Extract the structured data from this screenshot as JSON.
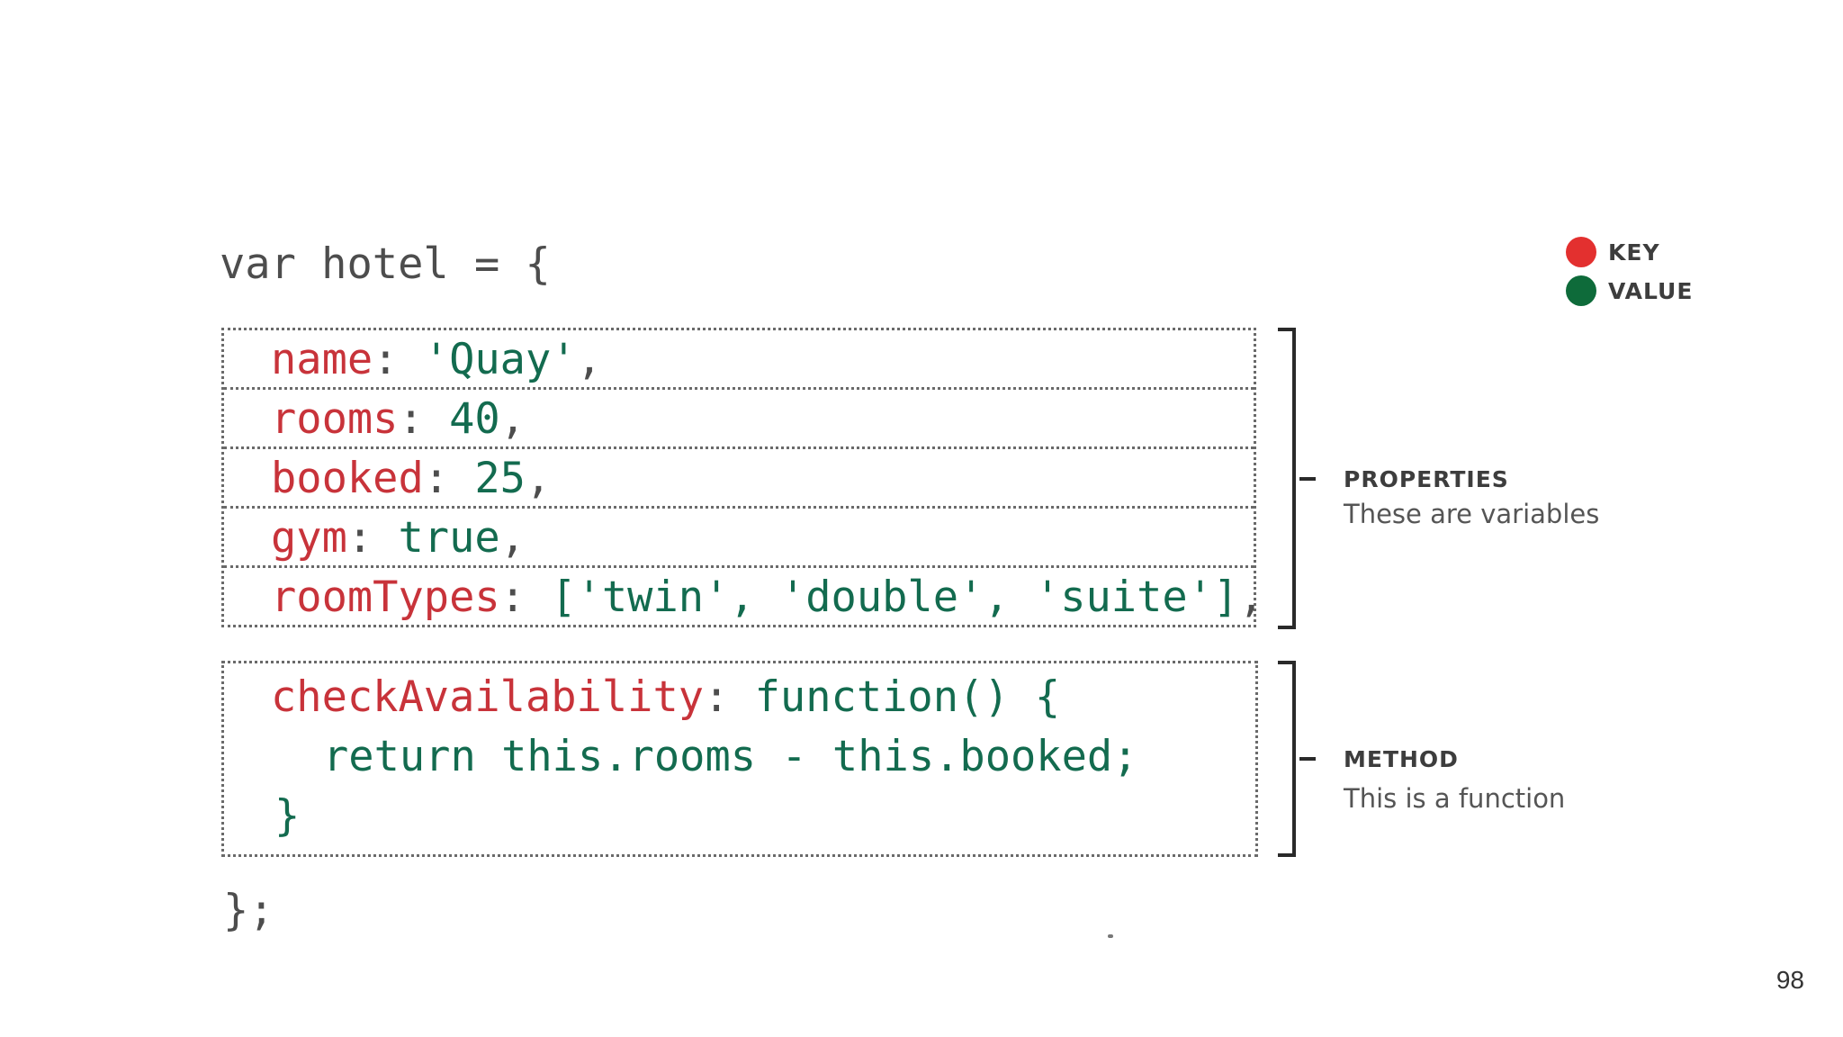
{
  "legend": {
    "key_label": "KEY",
    "value_label": "VALUE",
    "key_color": "#e3302f",
    "value_color": "#0e6b3a"
  },
  "code": {
    "open_line": "var hotel = {",
    "close_line": "};",
    "properties": [
      {
        "key": "name",
        "sep": ": ",
        "value": "'Quay'",
        "end": ","
      },
      {
        "key": "rooms",
        "sep": ": ",
        "value": "40",
        "end": ","
      },
      {
        "key": "booked",
        "sep": ": ",
        "value": "25",
        "end": ","
      },
      {
        "key": "gym",
        "sep": ": ",
        "value": "true",
        "end": ","
      },
      {
        "key": "roomTypes",
        "sep": ": ",
        "value": "['twin', 'double', 'suite']",
        "end": ","
      }
    ],
    "method": {
      "key": "checkAvailability",
      "sep": ": ",
      "signature": "function() {",
      "body": "return this.rooms - this.booked;",
      "closing": "}"
    }
  },
  "annotations": {
    "properties_title": "PROPERTIES",
    "properties_desc": "These are variables",
    "method_title": "METHOD",
    "method_desc": "This is a function"
  },
  "page_number": "98"
}
